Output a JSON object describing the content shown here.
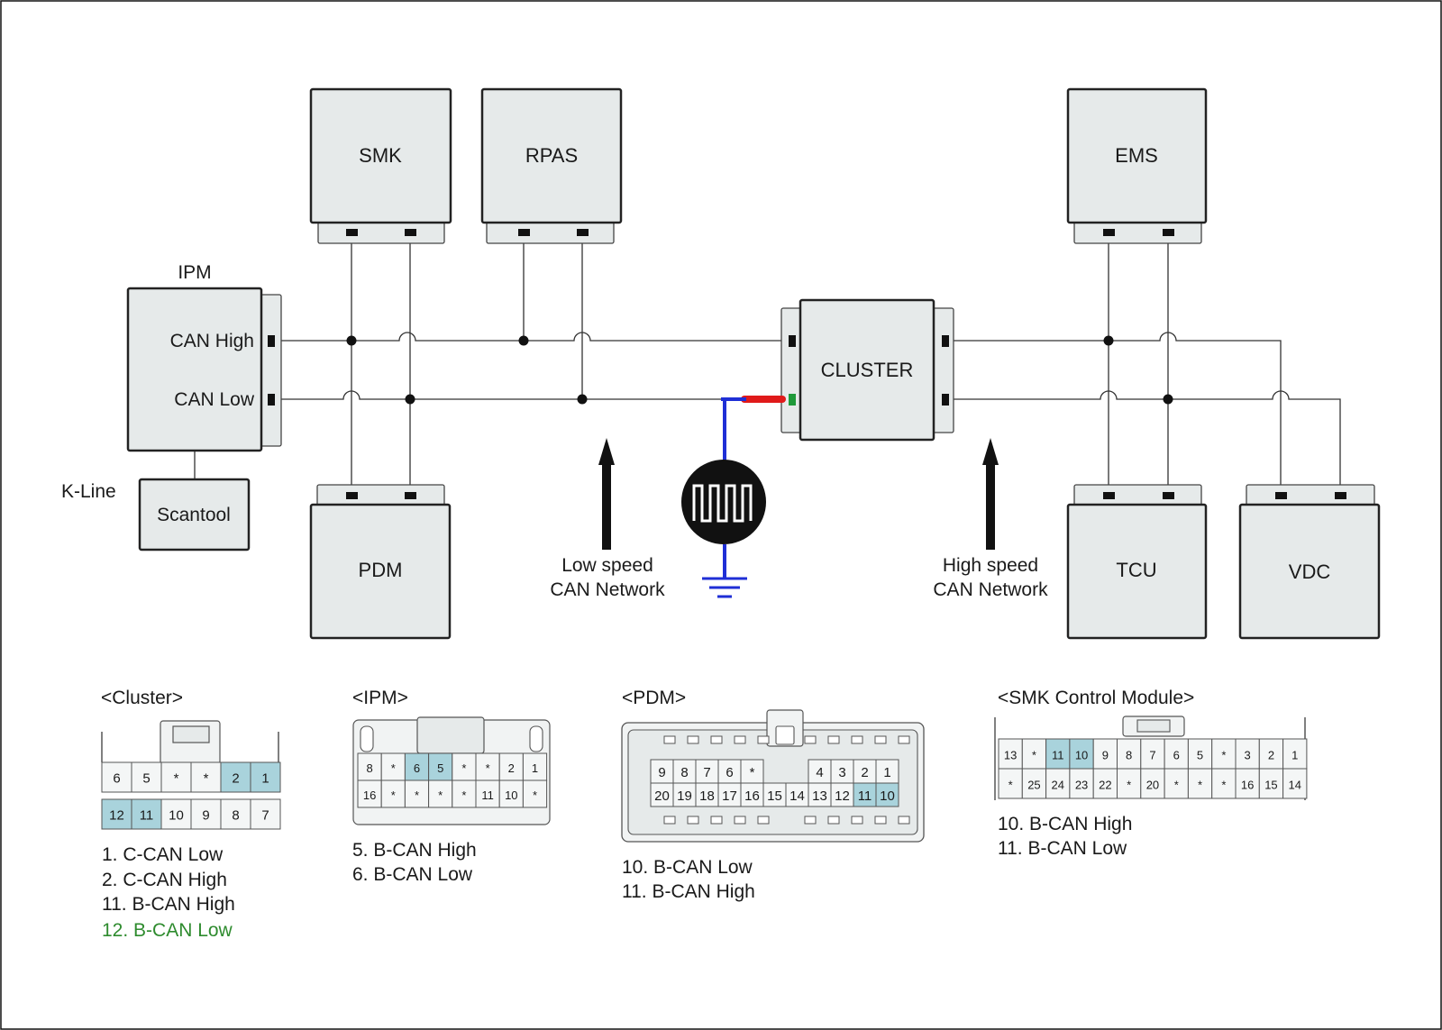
{
  "modules": {
    "smk": "SMK",
    "rpas": "RPAS",
    "ems": "EMS",
    "ipm": "IPM",
    "cluster": "CLUSTER",
    "pdm": "PDM",
    "tcu": "TCU",
    "vdc": "VDC",
    "scantool": "Scantool"
  },
  "labels": {
    "can_high": "CAN High",
    "can_low": "CAN Low",
    "k_line": "K-Line",
    "low_speed_1": "Low speed",
    "low_speed_2": "CAN Network",
    "high_speed_1": "High speed",
    "high_speed_2": "CAN Network"
  },
  "colors": {
    "highlight_pin": "#a9d3dc",
    "probe_wire": "#1f2fd6",
    "probe_lead": "#e01a1a",
    "probe_tip": "#1f9a3a",
    "green_text": "#2e8b2e"
  },
  "connectors": {
    "cluster": {
      "title": "<Cluster>",
      "row1": [
        "6",
        "5",
        "*",
        "*",
        "2",
        "1"
      ],
      "row2": [
        "12",
        "11",
        "10",
        "9",
        "8",
        "7"
      ],
      "highlight": [
        "2",
        "1",
        "12",
        "11"
      ],
      "legend": [
        "1. C-CAN Low",
        "2. C-CAN High",
        "11. B-CAN High",
        "12. B-CAN Low"
      ]
    },
    "ipm": {
      "title": "<IPM>",
      "row1": [
        "8",
        "*",
        "6",
        "5",
        "*",
        "*",
        "2",
        "1"
      ],
      "row2": [
        "16",
        "*",
        "*",
        "*",
        "*",
        "11",
        "10",
        "*"
      ],
      "highlight": [
        "6",
        "5"
      ],
      "legend": [
        "5. B-CAN High",
        "6. B-CAN Low"
      ]
    },
    "pdm": {
      "title": "<PDM>",
      "row1": [
        "9",
        "8",
        "7",
        "6",
        "*",
        "",
        "",
        "4",
        "3",
        "2",
        "1"
      ],
      "row2": [
        "20",
        "19",
        "18",
        "17",
        "16",
        "15",
        "14",
        "13",
        "12",
        "11",
        "10"
      ],
      "highlight": [
        "11",
        "10"
      ],
      "legend": [
        "10. B-CAN Low",
        "11. B-CAN High"
      ]
    },
    "smk": {
      "title": "<SMK Control Module>",
      "row1": [
        "13",
        "*",
        "11",
        "10",
        "9",
        "8",
        "7",
        "6",
        "5",
        "*",
        "3",
        "2",
        "1"
      ],
      "row2": [
        "*",
        "25",
        "24",
        "23",
        "22",
        "*",
        "20",
        "*",
        "*",
        "*",
        "16",
        "15",
        "14"
      ],
      "highlight": [
        "11",
        "10"
      ],
      "legend": [
        "10. B-CAN High",
        "11. B-CAN Low"
      ]
    }
  }
}
